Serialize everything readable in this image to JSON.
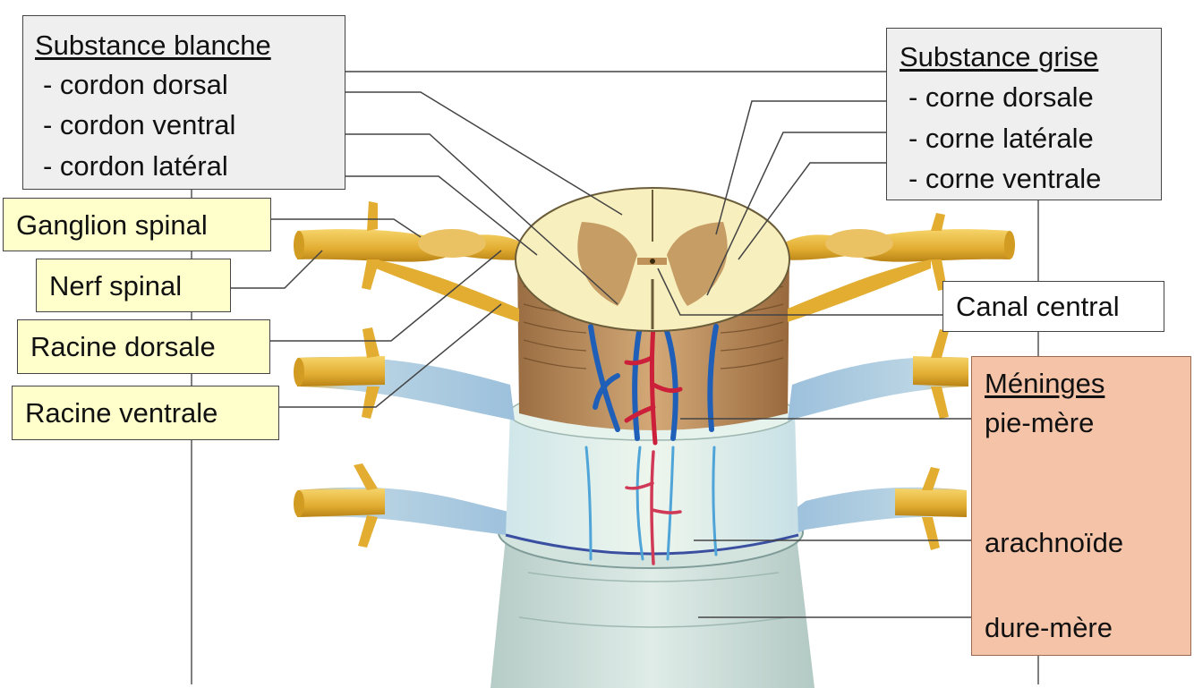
{
  "white_matter": {
    "title": "Substance blanche",
    "items": [
      "- cordon dorsal",
      "- cordon ventral",
      "- cordon latéral"
    ]
  },
  "grey_matter": {
    "title": "Substance grise",
    "items": [
      "- corne dorsale",
      "- corne latérale",
      "- corne ventrale"
    ]
  },
  "left_labels": {
    "ganglion": "Ganglion spinal",
    "nerf": "Nerf spinal",
    "racine_dorsale": "Racine dorsale",
    "racine_ventrale": "Racine ventrale"
  },
  "canal": "Canal central",
  "meninges": {
    "title": "Méninges",
    "items": [
      "pie-mère",
      "arachnoïde",
      "dure-mère"
    ]
  },
  "colors": {
    "white_matter_fill": "#f8efbe",
    "grey_matter_fill": "#c0935a",
    "cord_side": "#bf9464",
    "nerve": "#e7b640",
    "artery": "#cc1f3a",
    "vein": "#1f5fb8",
    "pia": "#d9ecec",
    "dura": "#c9dcd6",
    "label_yellow": "#ffffcc",
    "label_grey": "#efefef",
    "label_salmon": "#f4c3a8"
  }
}
